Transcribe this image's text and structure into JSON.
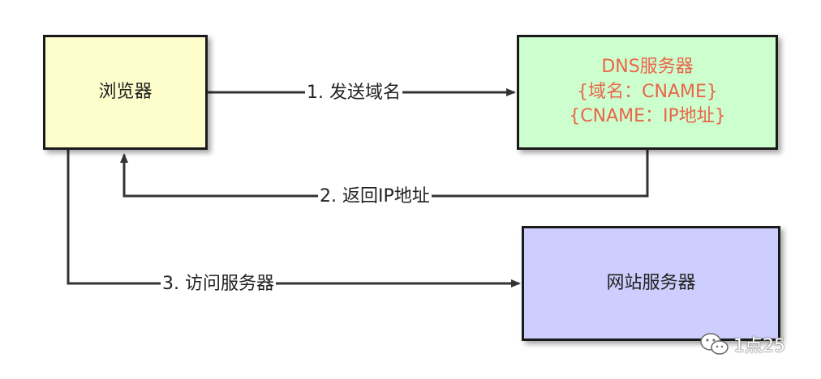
{
  "nodes": {
    "browser": {
      "label": "浏览器"
    },
    "dns_server": {
      "title": "DNS服务器",
      "line1": "{域名：CNAME}",
      "line2": "{CNAME：IP地址}"
    },
    "web_server": {
      "label": "网站服务器"
    }
  },
  "edges": {
    "step1": "1. 发送域名",
    "step2": "2. 返回IP地址",
    "step3": "3. 访问服务器"
  },
  "watermark": {
    "icon": "wechat-icon",
    "text": "1点25"
  },
  "colors": {
    "browser_fill": "#fefecd",
    "dns_fill": "#cdfecd",
    "dns_text": "#e8664a",
    "web_fill": "#cdcdfe",
    "line": "#333333"
  }
}
